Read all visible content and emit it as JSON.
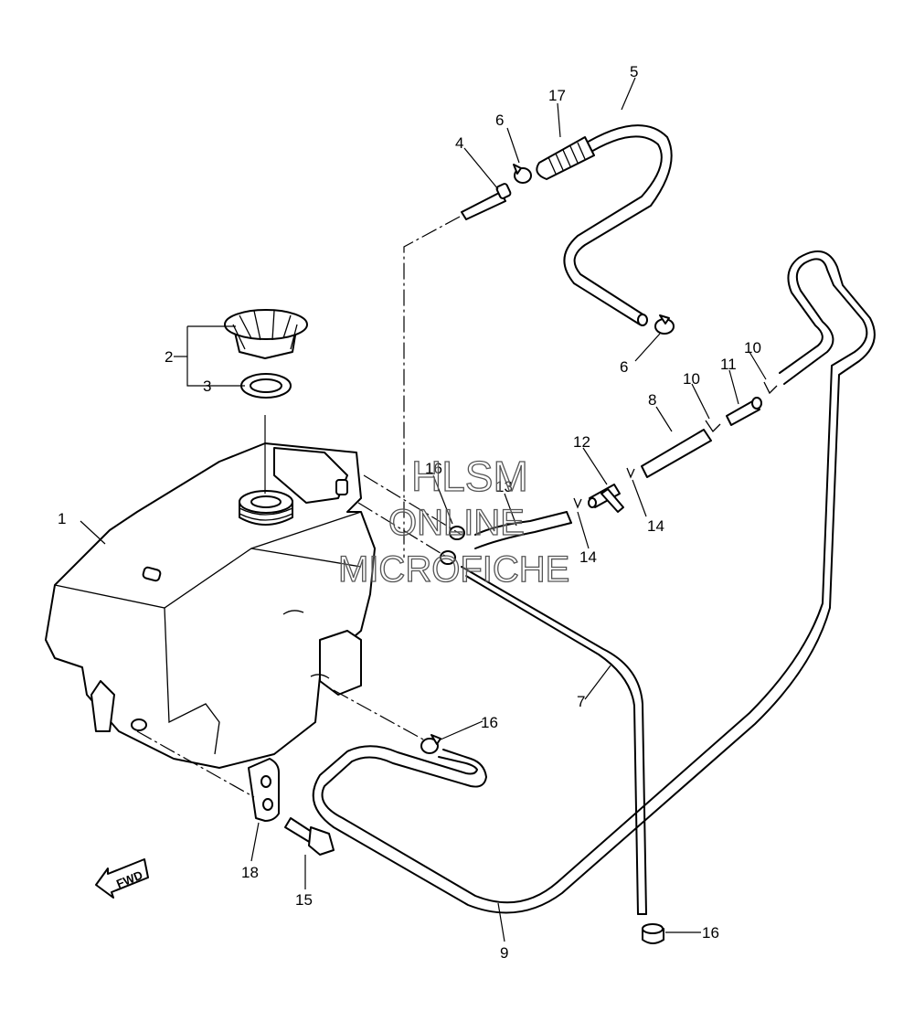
{
  "callouts": {
    "c1": "1",
    "c2": "2",
    "c3": "3",
    "c4": "4",
    "c5": "5",
    "c6a": "6",
    "c6b": "6",
    "c7": "7",
    "c8": "8",
    "c9": "9",
    "c10a": "10",
    "c10b": "10",
    "c11": "11",
    "c12": "12",
    "c13": "13",
    "c14a": "14",
    "c14b": "14",
    "c15": "15",
    "c16a": "16",
    "c16b": "16",
    "c16c": "16",
    "c17": "17",
    "c18": "18"
  },
  "fwd_label": "FWD",
  "watermark": {
    "line1": "HLSM",
    "line2": "ONLINE",
    "line3": "MICROFICHE"
  }
}
